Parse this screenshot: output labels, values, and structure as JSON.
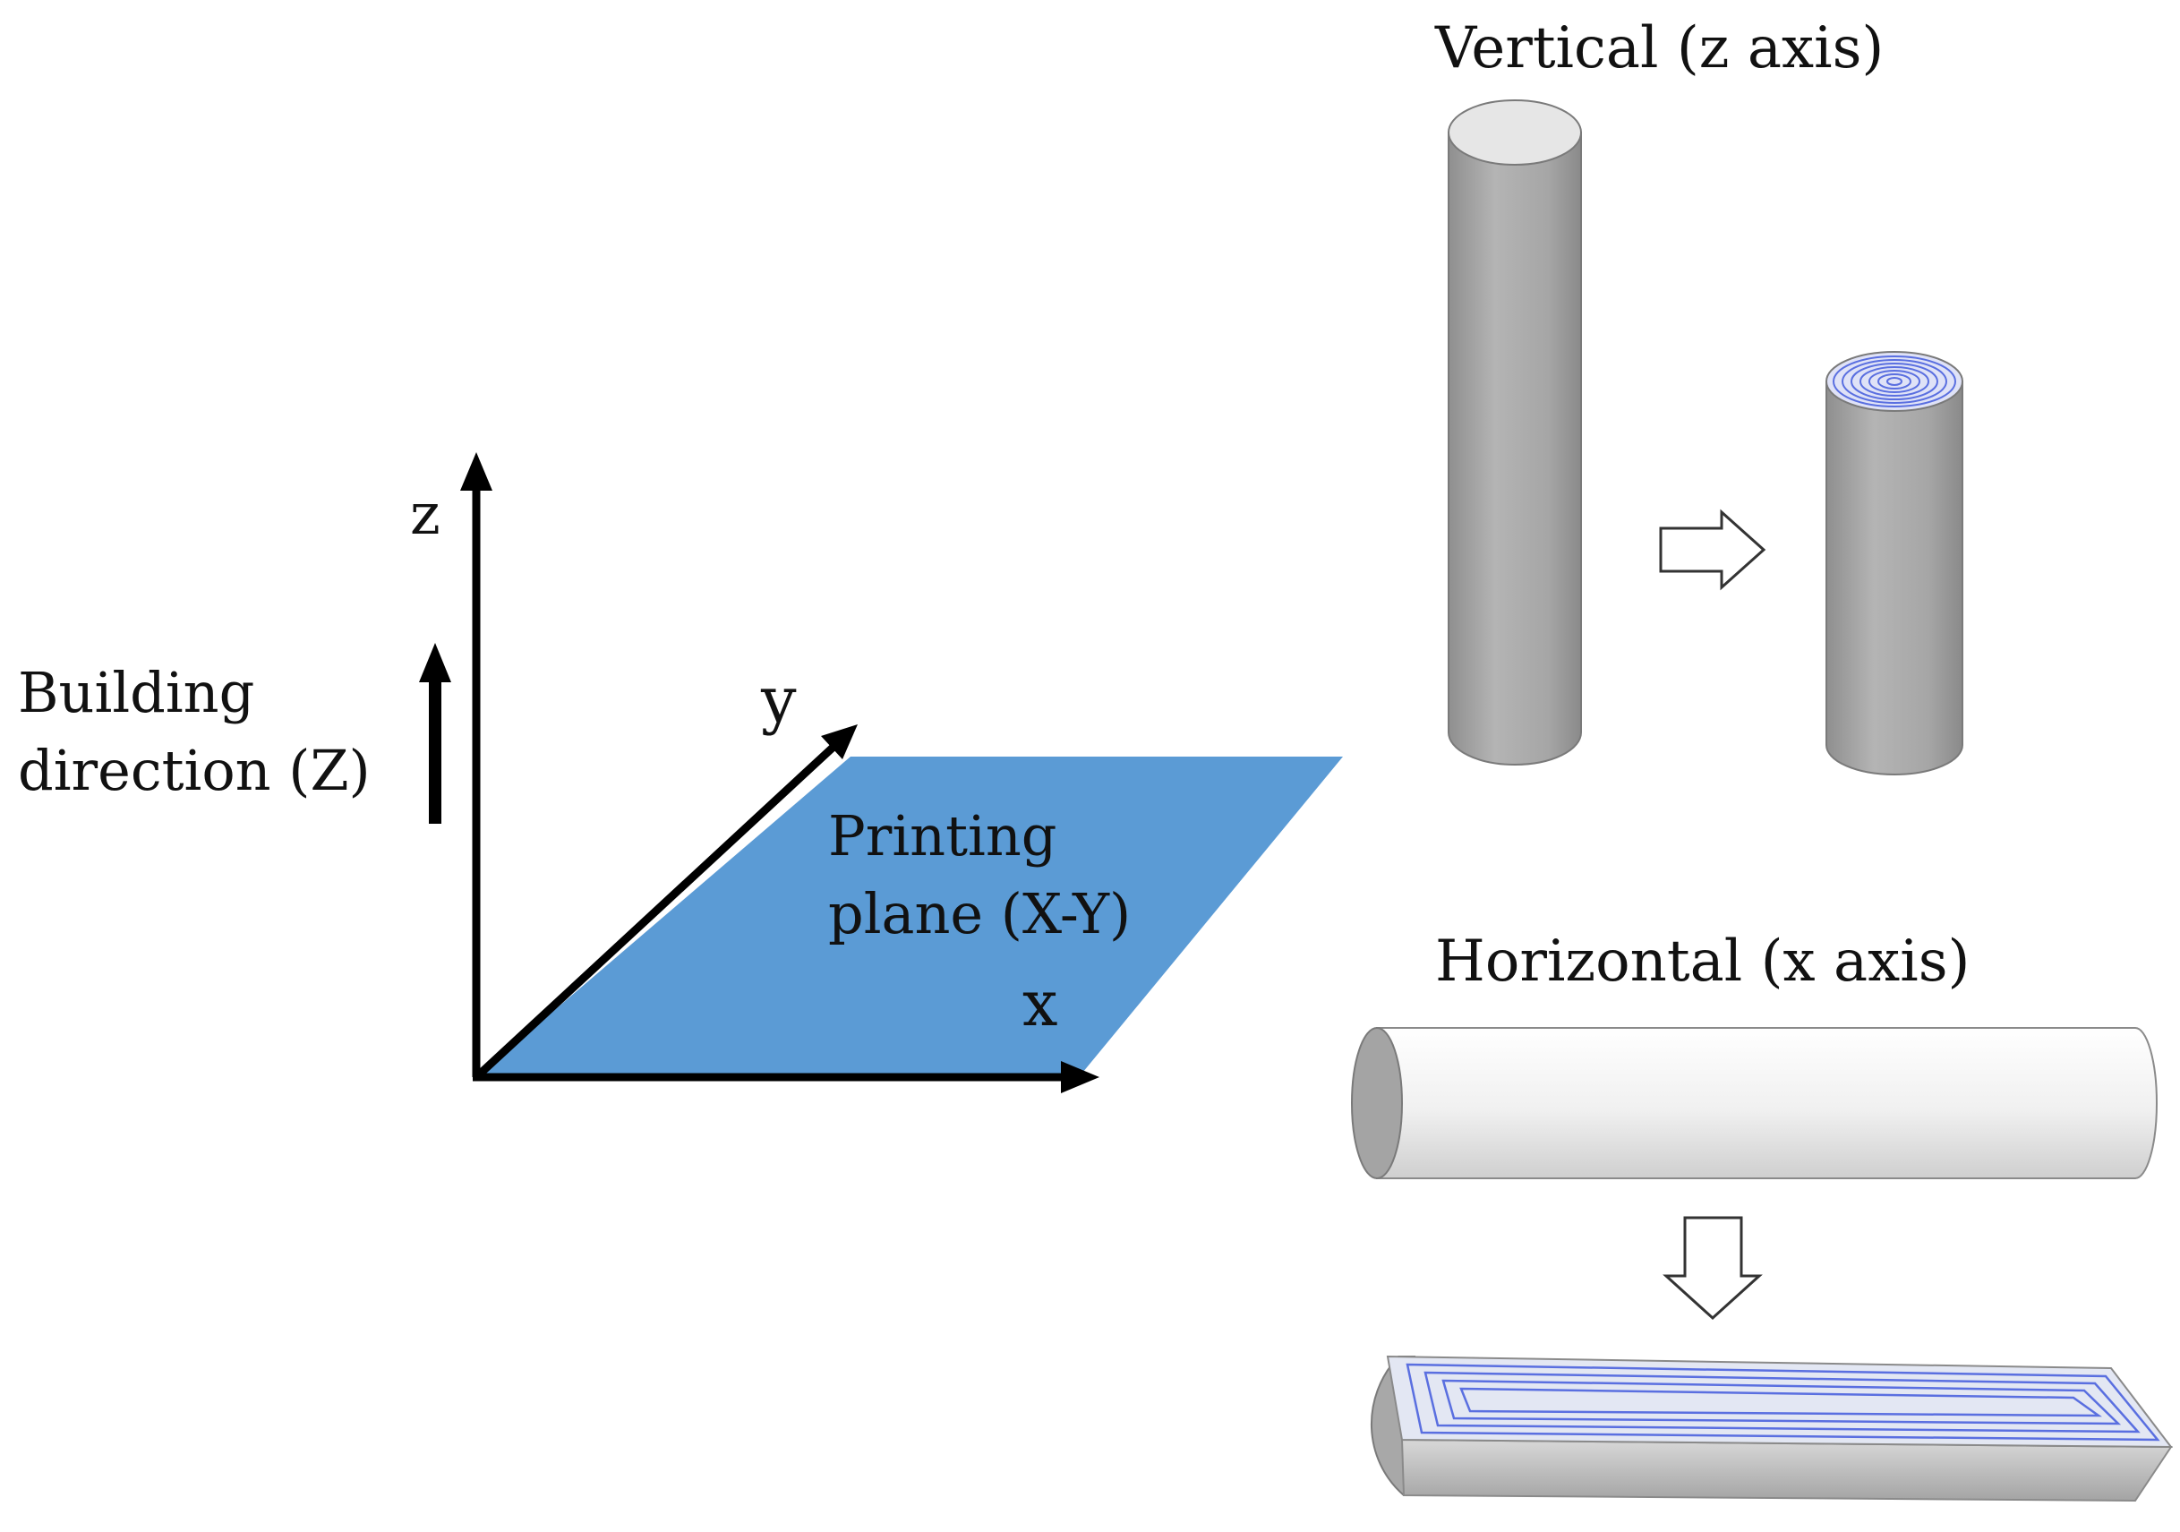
{
  "axes": {
    "z_label": "z",
    "y_label": "y",
    "x_label": "x"
  },
  "building_direction": {
    "line1": "Building",
    "line2": "direction (Z)"
  },
  "printing_plane": {
    "line1": "Printing",
    "line2": "plane (X-Y)",
    "color": "#5b9bd5"
  },
  "vertical": {
    "title": "Vertical (z axis)"
  },
  "horizontal": {
    "title": "Horizontal (x axis)"
  },
  "colors": {
    "text": "#111111",
    "cylinder_body": "#a9a9a9",
    "cylinder_light": "#e6e6e6",
    "raster_lines": "#5a6fe0"
  }
}
